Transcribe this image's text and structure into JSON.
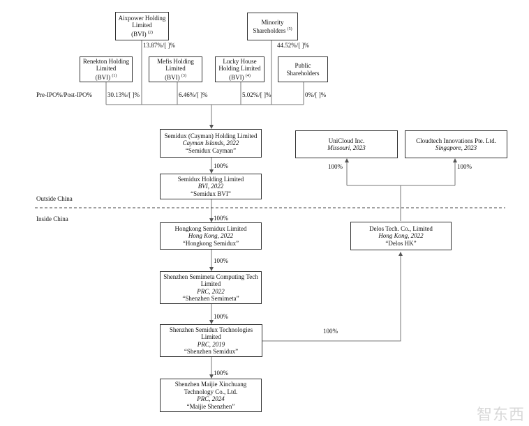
{
  "shareholders": {
    "aixpower": {
      "line1": "Aixpower Holding",
      "line2": "Limited",
      "line3": "(BVI)",
      "note": "(2)",
      "pct": "13.87%/[  ]%"
    },
    "minority": {
      "line1": "Minority",
      "line2": "Shareholders",
      "note": "(5)",
      "pct": "44.52%/[  ]%"
    },
    "renekton": {
      "line1": "Renekton Holding",
      "line2": "Limited",
      "line3": "(BVI)",
      "note": "(1)",
      "pct": "30.13%/[  ]%"
    },
    "mefis": {
      "line1": "Mefis Holding",
      "line2": "Limited",
      "line3": "(BVI)",
      "note": "(3)",
      "pct": "6.46%/[  ]%"
    },
    "lucky": {
      "line1": "Lucky House",
      "line2": "Holding Limited",
      "line3": "(BVI)",
      "note": "(4)",
      "pct": "5.02%/[  ]%"
    },
    "public": {
      "line1": "Public Shareholders",
      "pct": "0%/[  ]%"
    }
  },
  "pre_ipo_label": "Pre-IPO%/Post-IPO%",
  "entities": {
    "cayman": {
      "name": "Semidux (Cayman) Holding Limited",
      "place": "Cayman Islands, 2022",
      "alias": "“Semidux Cayman”"
    },
    "bvi": {
      "name": "Semidux Holding Limited",
      "place": "BVI, 2022",
      "alias": "“Semidux BVI”"
    },
    "hongkong": {
      "name": "Hongkong Semidux Limited",
      "place": "Hong Kong, 2022",
      "alias": "“Hongkong Semidux”"
    },
    "semimeta": {
      "name1": "Shenzhen Semimeta Computing Tech",
      "name2": "Limited",
      "place": "PRC, 2022",
      "alias": "“Shenzhen Semimeta”"
    },
    "semidux_sz": {
      "name1": "Shenzhen Semidux Technologies",
      "name2": "Limited",
      "place": "PRC, 2019",
      "alias": "“Shenzhen Semidux”"
    },
    "maijie": {
      "name1": "Shenzhen Maijie Xinchuang",
      "name2": "Technology Co., Ltd.",
      "place": "PRC, 2024",
      "alias": "“Maijie Shenzhen”"
    },
    "unicloud": {
      "name": "UniCloud Inc.",
      "place": "Missouri, 2023"
    },
    "cloudtech": {
      "name": "Cloudtech Innovations Pte. Ltd.",
      "place": "Singapore, 2023"
    },
    "delos": {
      "name": "Delos Tech. Co., Limited",
      "place": "Hong Kong, 2022",
      "alias": "“Delos HK”"
    }
  },
  "percentages": {
    "cayman_bvi": "100%",
    "bvi_hk": "100%",
    "hk_semimeta": "100%",
    "semimeta_semidux": "100%",
    "semidux_maijie": "100%",
    "semidux_delos": "100%",
    "delos_unicloud": "100%",
    "delos_cloudtech": "100%"
  },
  "regions": {
    "outside": "Outside China",
    "inside": "Inside China"
  },
  "watermark": "智东西"
}
